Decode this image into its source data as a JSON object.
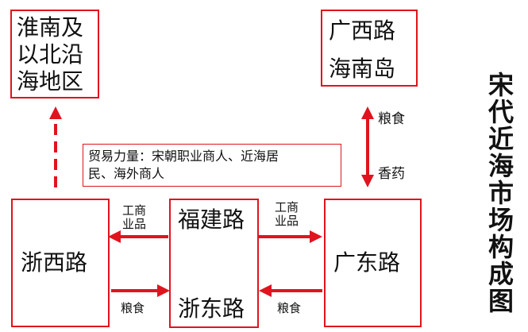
{
  "title_chars": [
    "宋",
    "代",
    "近",
    "海",
    "市",
    "场",
    "构",
    "成",
    "图"
  ],
  "boxes": {
    "huainan": {
      "lines": [
        "淮南及",
        "以北沿",
        "海地区"
      ]
    },
    "guangxi": {
      "lines": [
        "广西路",
        "海南岛"
      ]
    },
    "trade": {
      "lines": [
        "贸易力量：宋朝职业商人、近海居",
        "民、海外商人"
      ]
    },
    "zhexi": {
      "label": "浙西路"
    },
    "center": {
      "top": "福建路",
      "bottom": "浙东路"
    },
    "guangdong": {
      "label": "广东路"
    }
  },
  "labels": {
    "grain_right": "粮食",
    "spice_right": "香药",
    "goods_left": [
      "工商",
      "业品"
    ],
    "goods_right": [
      "工商",
      "业品"
    ],
    "grain_bottom_left": "粮食",
    "grain_bottom_right": "粮食"
  },
  "colors": {
    "accent": "#e0141e"
  }
}
